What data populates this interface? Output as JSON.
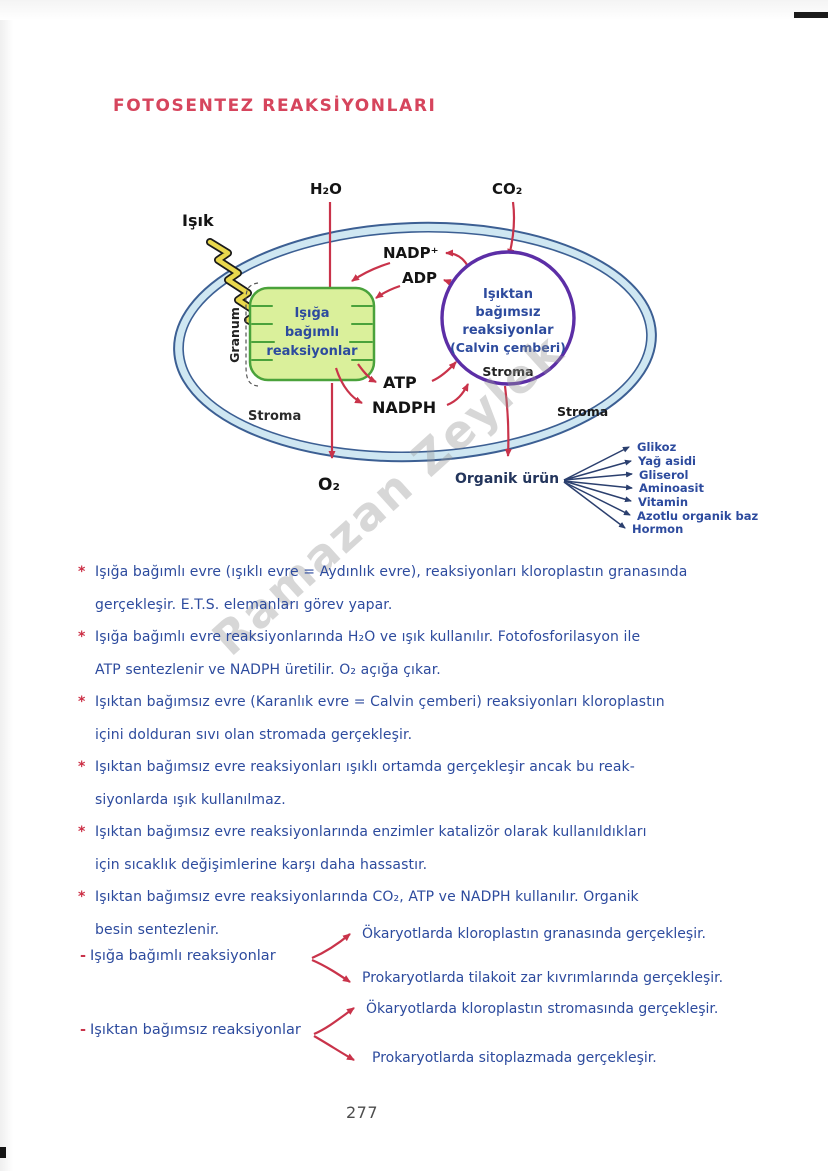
{
  "title": "FOTOSENTEZ REAKSİYONLARI",
  "watermark": "Ramazan Zeylek",
  "page_number": "277",
  "colors": {
    "title_red": "#d6455d",
    "ink_blue": "#2d4b9e",
    "arrow_red": "#c9334a",
    "membrane_outline": "#3c5f93",
    "membrane_fill": "#cfe7f2",
    "granum_fill": "#daf09b",
    "granum_stroke": "#4aa23b",
    "calvin_purple": "#5c2ea6",
    "lightning_yellow": "#e9d84d"
  },
  "diagram": {
    "h2o": "H₂O",
    "co2": "CO₂",
    "light_label": "Işık",
    "granum_label": "Granum",
    "granum_lines": [
      "Işığa",
      "bağımlı",
      "reaksiyonlar"
    ],
    "calvin_lines": [
      "Işıktan",
      "bağımsız",
      "reaksiyonlar",
      "(Calvin çemberi)"
    ],
    "calvin_stroma": "Stroma",
    "stroma_left": "Stroma",
    "stroma_right": "Stroma",
    "nadp": "NADP⁺",
    "adp": "ADP",
    "atp": "ATP",
    "nadph": "NADPH",
    "o2": "O₂",
    "organic_product": "Organik ürün",
    "products": [
      "Glikoz",
      "Yağ asidi",
      "Gliserol",
      "Aminoasit",
      "Vitamin",
      "Azotlu organik baz",
      "Hormon"
    ]
  },
  "notes": [
    {
      "bullet": "*",
      "line1": "Işığa bağımlı evre (ışıklı evre = Aydınlık evre), reaksiyonları kloroplastın granasında",
      "line2": "gerçekleşir. E.T.S. elemanları görev yapar."
    },
    {
      "bullet": "*",
      "line1": "Işığa bağımlı evre reaksiyonlarında H₂O ve ışık kullanılır. Fotofosforilasyon ile",
      "line2": "ATP sentezlenir ve NADPH üretilir. O₂ açığa çıkar."
    },
    {
      "bullet": "*",
      "line1": "Işıktan bağımsız evre (Karanlık evre = Calvin çemberi) reaksiyonları kloroplastın",
      "line2": "içini dolduran sıvı olan stromada gerçekleşir."
    },
    {
      "bullet": "*",
      "line1": "Işıktan bağımsız evre reaksiyonları ışıklı ortamda gerçekleşir ancak bu reak-",
      "line2": "siyonlarda ışık kullanılmaz."
    },
    {
      "bullet": "*",
      "line1": "Işıktan bağımsız evre reaksiyonlarında enzimler katalizör olarak kullanıldıkları",
      "line2": "için sıcaklık değişimlerine karşı daha hassastır."
    },
    {
      "bullet": "*",
      "line1": "Işıktan bağımsız evre reaksiyonlarında CO₂, ATP ve NADPH kullanılır. Organik",
      "line2": "besin sentezlenir."
    }
  ],
  "branches": [
    {
      "dash": "-",
      "label": "Işığa bağımlı reaksiyonlar",
      "top": "Ökaryotlarda kloroplastın granasında gerçekleşir.",
      "bottom": "Prokaryotlarda tilakoit zar kıvrımlarında gerçekleşir."
    },
    {
      "dash": "-",
      "label": "Işıktan bağımsız reaksiyonlar",
      "top": "Ökaryotlarda kloroplastın stromasında gerçekleşir.",
      "bottom": "Prokaryotlarda sitoplazmada gerçekleşir."
    }
  ]
}
